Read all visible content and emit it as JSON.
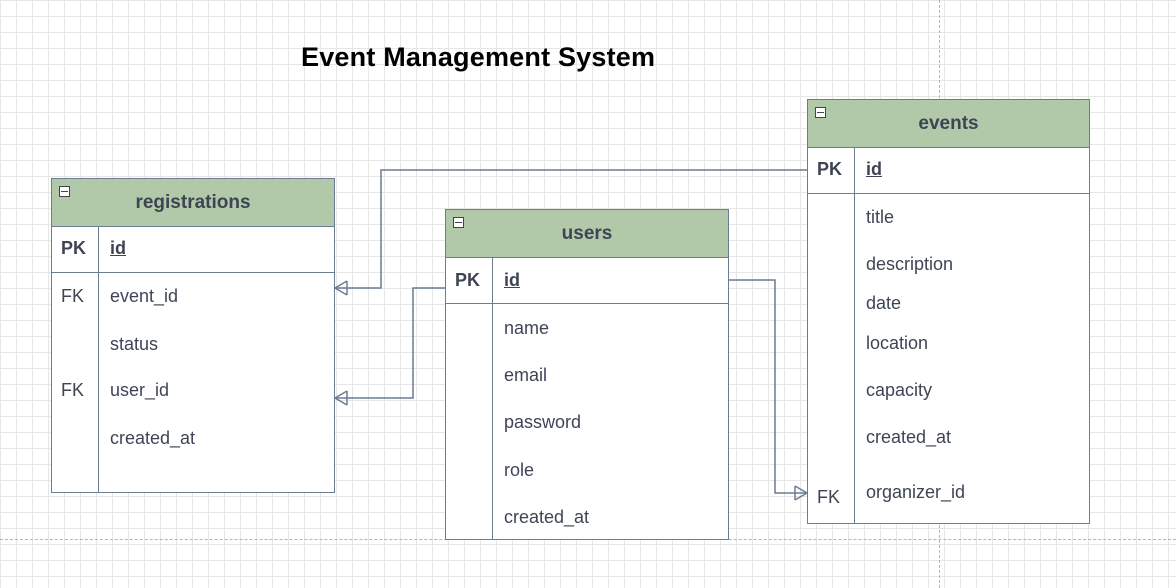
{
  "diagram": {
    "title": "Event Management System"
  },
  "entities": {
    "registrations": {
      "name": "registrations",
      "pk": {
        "key": "PK",
        "field": "id"
      },
      "fields": [
        {
          "key": "FK",
          "field": "event_id"
        },
        {
          "key": "",
          "field": "status"
        },
        {
          "key": "FK",
          "field": "user_id"
        },
        {
          "key": "",
          "field": "created_at"
        }
      ]
    },
    "users": {
      "name": "users",
      "pk": {
        "key": "PK",
        "field": "id"
      },
      "fields": [
        {
          "key": "",
          "field": "name"
        },
        {
          "key": "",
          "field": "email"
        },
        {
          "key": "",
          "field": "password"
        },
        {
          "key": "",
          "field": "role"
        },
        {
          "key": "",
          "field": "created_at"
        }
      ]
    },
    "events": {
      "name": "events",
      "pk": {
        "key": "PK",
        "field": "id"
      },
      "fields": [
        {
          "key": "",
          "field": "title"
        },
        {
          "key": "",
          "field": "description"
        },
        {
          "key": "",
          "field": "date"
        },
        {
          "key": "",
          "field": "location"
        },
        {
          "key": "",
          "field": "capacity"
        },
        {
          "key": "",
          "field": "created_at"
        },
        {
          "key": "FK",
          "field": "organizer_id"
        }
      ]
    }
  },
  "colors": {
    "header": "#b1c9a9",
    "border": "#6c7c92",
    "text": "#3d4555"
  }
}
